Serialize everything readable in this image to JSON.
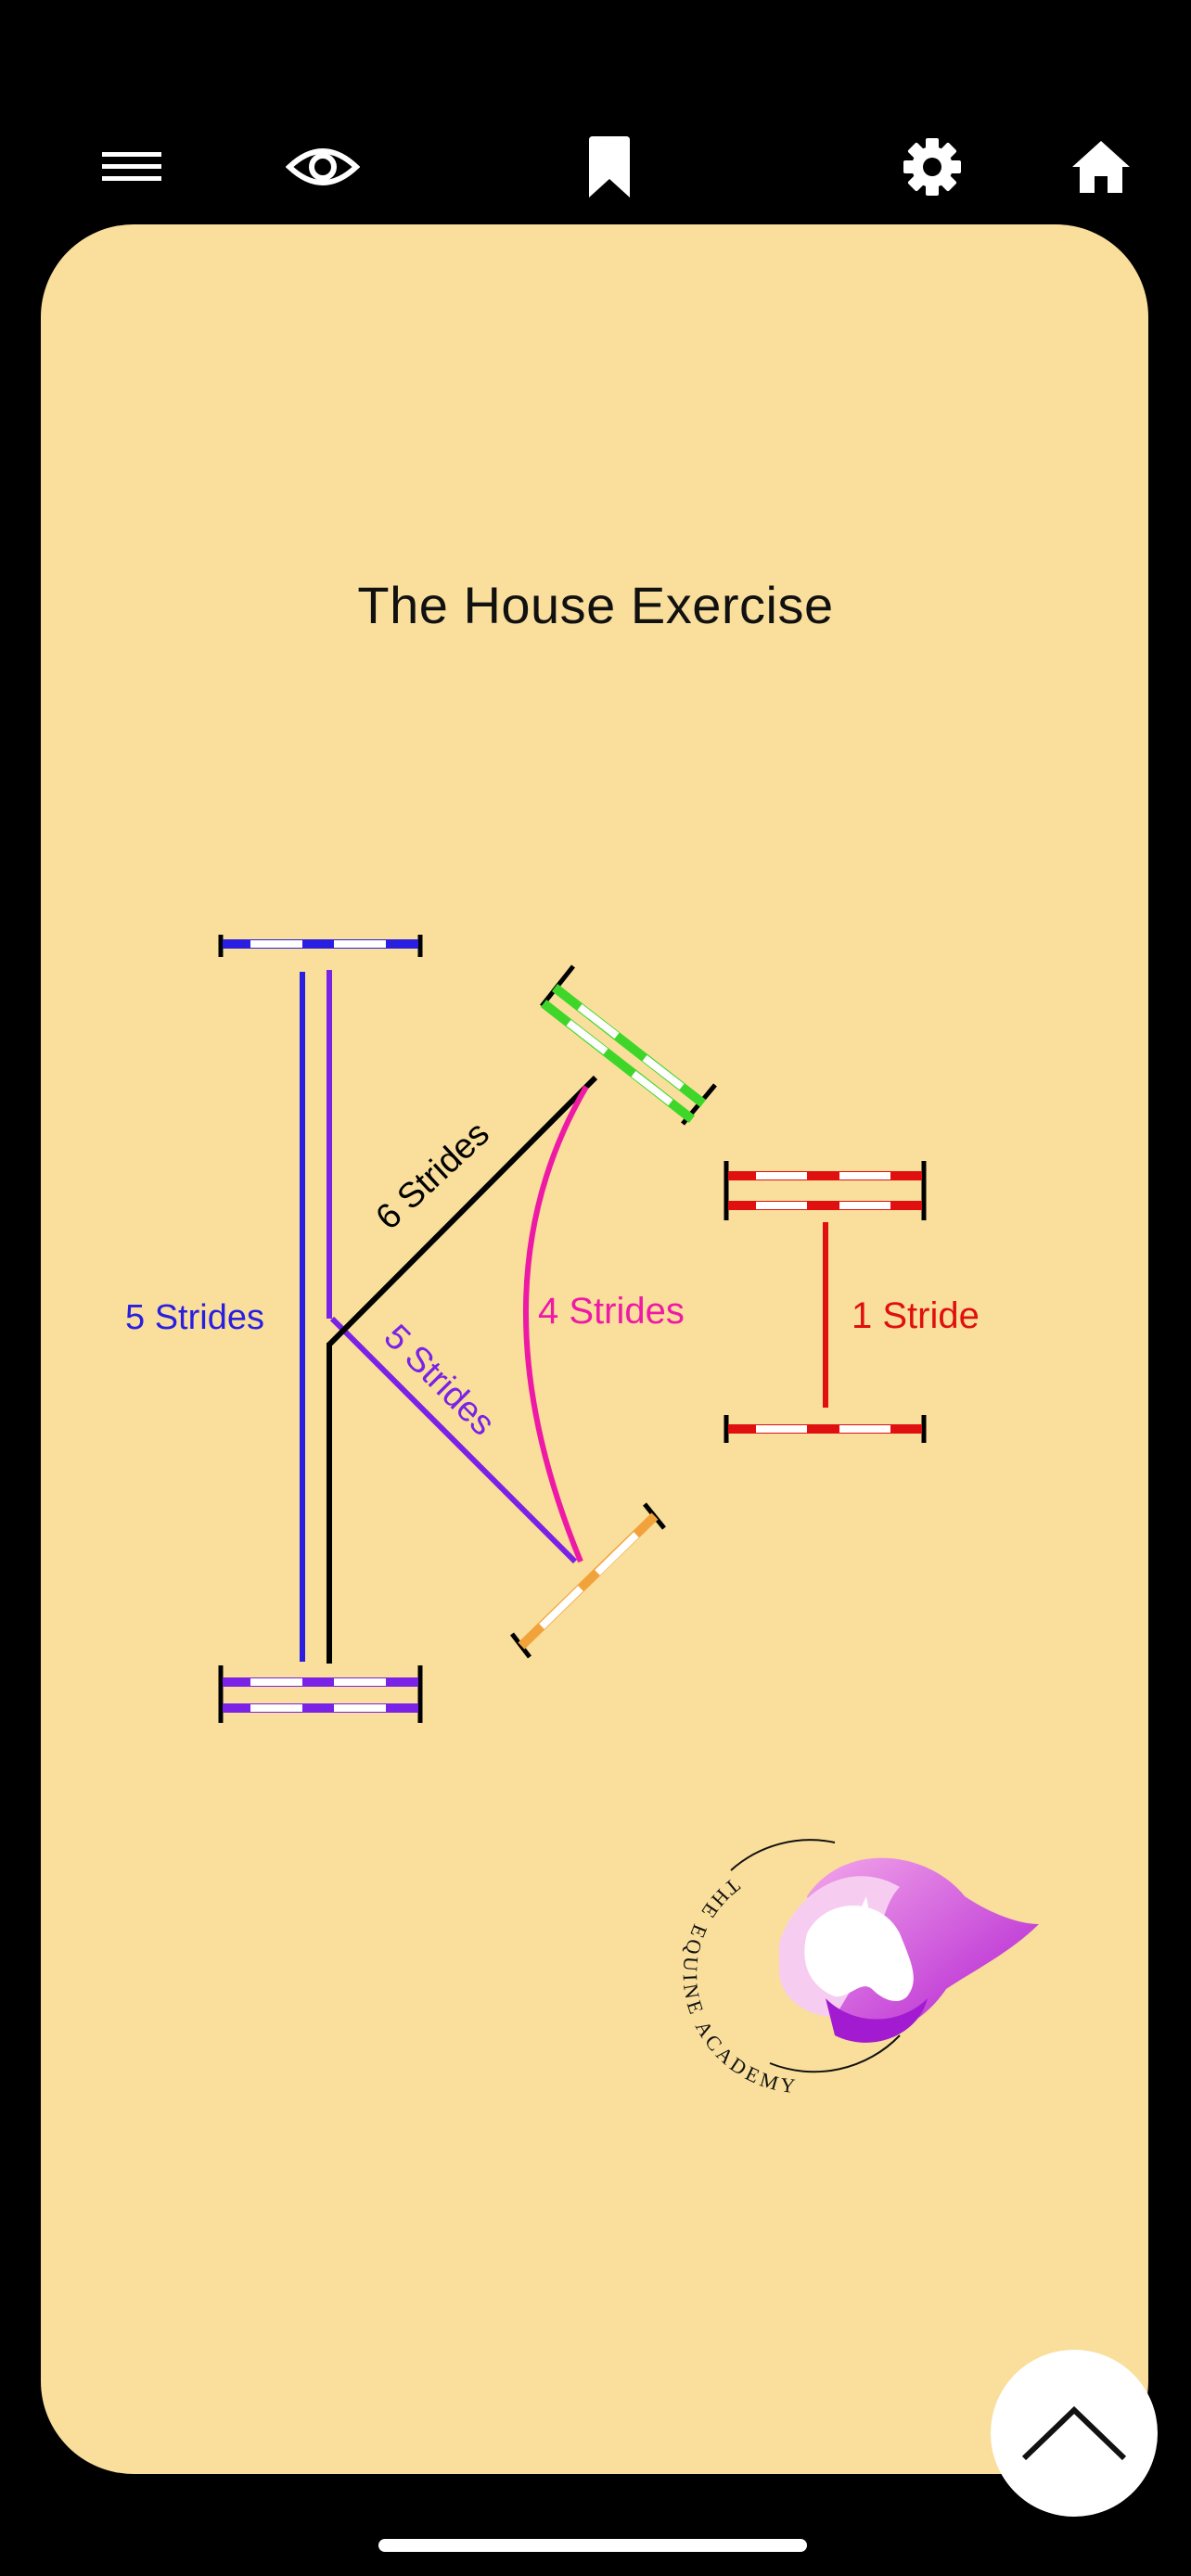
{
  "toolbar": {
    "icons": [
      "menu-icon",
      "eye-icon",
      "bookmark-icon",
      "gear-icon",
      "home-icon"
    ]
  },
  "exercise": {
    "title": "The House Exercise"
  },
  "labels": {
    "left_line": "5 Strides",
    "diagonal_black": "6 Strides",
    "diagonal_purple": "5 Strides",
    "curve_pink": "4 Strides",
    "right_line": "1 Stride"
  },
  "colors": {
    "background": "#000000",
    "card": "#f9df9b",
    "blue": "#2a1fe0",
    "purple": "#7a22e6",
    "black": "#000000",
    "pink": "#ee1aa6",
    "red": "#e01010",
    "green": "#3fd62a",
    "orange": "#f2a23a",
    "logo_pink": "#e04fd6"
  },
  "logo": {
    "text": "THE EQUINE ACADEMY"
  },
  "controls": {
    "scroll_top_icon": "chevron-up-icon"
  }
}
